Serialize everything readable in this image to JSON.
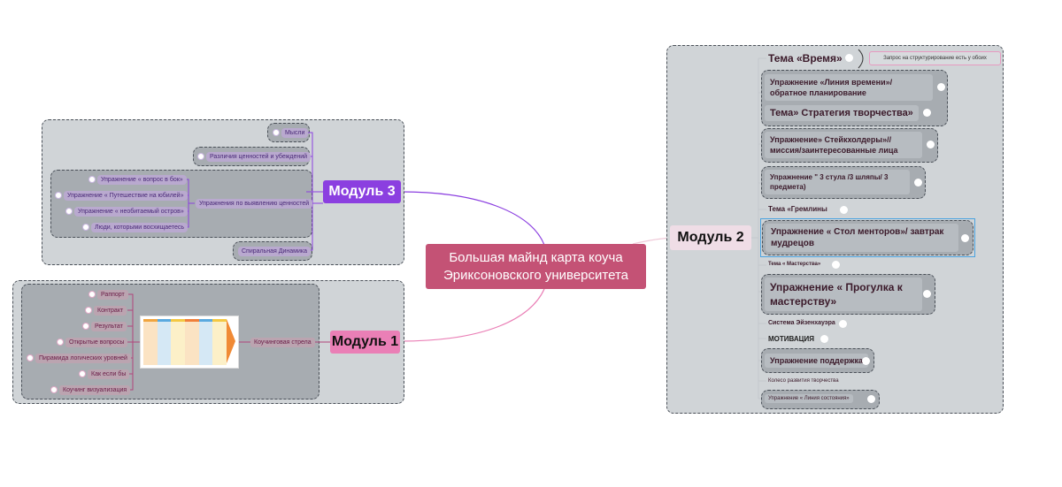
{
  "root": {
    "line1": "Большая майнд карта коуча",
    "line2": "Эриксоновского университета",
    "color": "#c45275"
  },
  "module3": {
    "label": "Модуль 3",
    "color": "#8b3fe0",
    "items": [
      "Мысли",
      "Различия ценностей и убеждений",
      "Упражнения по выявлению ценностей",
      "Спиральная Динамика"
    ],
    "sub_items": [
      "Упражнение « вопрос в бок»",
      "Упражнение « Путешествие на юбилей»",
      "Упражнение « необитаемый остров»",
      "Люди, которыми восхищаетесь"
    ]
  },
  "module1": {
    "label": "Модуль 1",
    "color": "#ea7fb6",
    "branch": "Коучинговая стрела",
    "items": [
      "Раппорт",
      "Контракт",
      "Результат",
      "Открытые вопросы",
      "Пирамида логических уровней",
      "Как если бы",
      "Коучинг визуализация"
    ],
    "image_alt": "coaching-arrow-infographic"
  },
  "module2": {
    "label": "Модуль 2",
    "color": "#efdde6",
    "items": [
      "Тема «Время»",
      "Упражнение «Линия времени»/ обратное планирование",
      "Тема» Стратегия творчества»",
      "Упражнение» Стейкхолдеры»// миссия/заинтересованные лица",
      "Упражнение \" 3 стула /3 шляпы/ 3 предмета)",
      "Тема «Гремлины",
      "Упражнение « Стол менторов»/ завтрак мудрецов",
      "Тема « Мастерства»",
      "Упражнение « Прогулка к мастерству»",
      "Система Эйзенхауэра",
      "МОТИВАЦИЯ",
      "Упражнение поддержка",
      "Колесо развития творчества",
      "Упражнение  « Линия состояния»"
    ],
    "note": "Запрос на структурирование есть у обоих"
  }
}
